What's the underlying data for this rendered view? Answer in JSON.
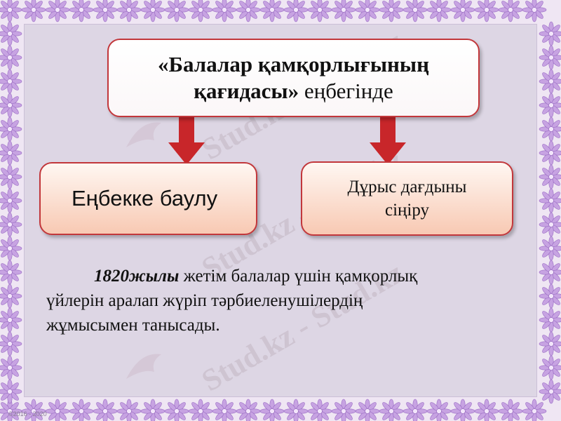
{
  "slide": {
    "top_box": {
      "title_bold_line1": "«Балалар қамқорлығының",
      "title_bold_line2": "қағидасы»",
      "title_suffix": " еңбегінде"
    },
    "left_box": {
      "label": "Еңбекке баулу"
    },
    "right_box": {
      "line1": "Дұрыс дағдыны",
      "line2": "сіңіру"
    },
    "paragraph": {
      "year_bold": "1820жылы",
      "text_line1": " жетім балалар үшін қамқорлық",
      "text_line2": "үйлерін аралап жүріп тәрбиеленушілердің",
      "text_line3": "жұмысымен танысады."
    },
    "watermark_text": "Stud.kz - Stud.kz",
    "footer_stamp": "©2016 - 2020"
  },
  "colors": {
    "border_red": "#c2373b",
    "arrow_red": "#c8262a",
    "box_peach": "#f8c9b3",
    "inner_bg": "#ddd6e4",
    "flower_purple": "#b98ad8"
  }
}
